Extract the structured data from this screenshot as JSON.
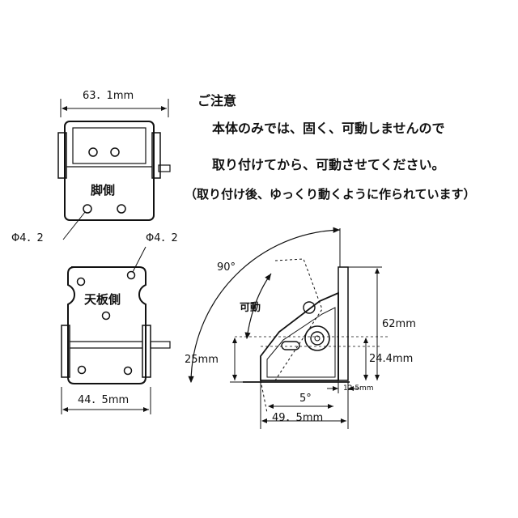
{
  "notes": {
    "title": "ご注意",
    "line1": "本体のみでは、固く、可動しませんので",
    "line2": "取り付けてから、可動させてください。",
    "line3": "（取り付け後、ゆっくり動くように作られています）"
  },
  "top_view": {
    "width_label": "63．1mm",
    "side_label": "脚側",
    "hole_label": "Φ4．2"
  },
  "bottom_view": {
    "width_label": "44．5mm",
    "side_label": "天板側",
    "hole_label": "Φ4．2"
  },
  "side_view": {
    "angle_label": "90°",
    "motion_label": "可動",
    "height_label": "62mm",
    "left_height_label": "25mm",
    "pivot_height_label": "24.4mm",
    "offset_label": "12.5mm",
    "tilt_label": "5°",
    "depth_label": "49．5mm"
  }
}
